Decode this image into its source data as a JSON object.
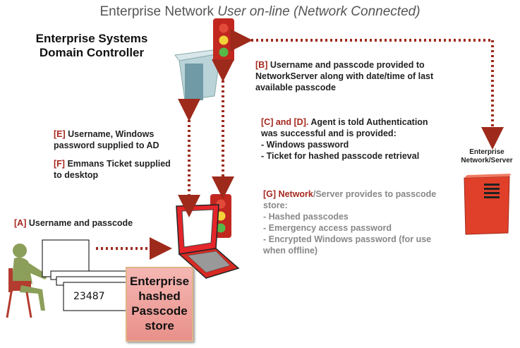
{
  "title": {
    "main": "Enterprise Network",
    "sub": "User on-line (Network Connected)"
  },
  "domain_controller": {
    "line1": "Enterprise Systems",
    "line2": "Domain Controller"
  },
  "step_b": {
    "tag": "[B]",
    "text": "Username and passcode provided to NetworkServer along with date/time of last available passcode"
  },
  "step_cd": {
    "tag": "[C] and [D].",
    "line1": "Agent is told Authentication was successful and is provided:",
    "bullet1": "- Windows password",
    "bullet2": "- Ticket for hashed passcode retrieval"
  },
  "step_e": {
    "tag": "[E]",
    "text": "Username, Windows password supplied to AD"
  },
  "step_f": {
    "tag": "[F]",
    "text": "Emmans Ticket supplied to desktop"
  },
  "step_a": {
    "tag": "[A]",
    "text": "Username and passcode"
  },
  "step_g": {
    "tag": "[G]",
    "tag2": "Network",
    "text": "/Server provides to passcode store:",
    "bullet1": "- Hashed passcodes",
    "bullet2": "- Emergency access password",
    "bullet3": "- Encrypted Windows password (for use when offline)"
  },
  "server": {
    "line1": "Enterprise",
    "line2": "Network/Server"
  },
  "token_code": "23487",
  "store": {
    "line1": "Enterprise",
    "line2": "hashed",
    "line3": "Passcode",
    "line4": "store"
  },
  "colors": {
    "arrow": "#9e2a1c",
    "accent_red": "#a5281e",
    "server_orange": "#e0402a"
  }
}
